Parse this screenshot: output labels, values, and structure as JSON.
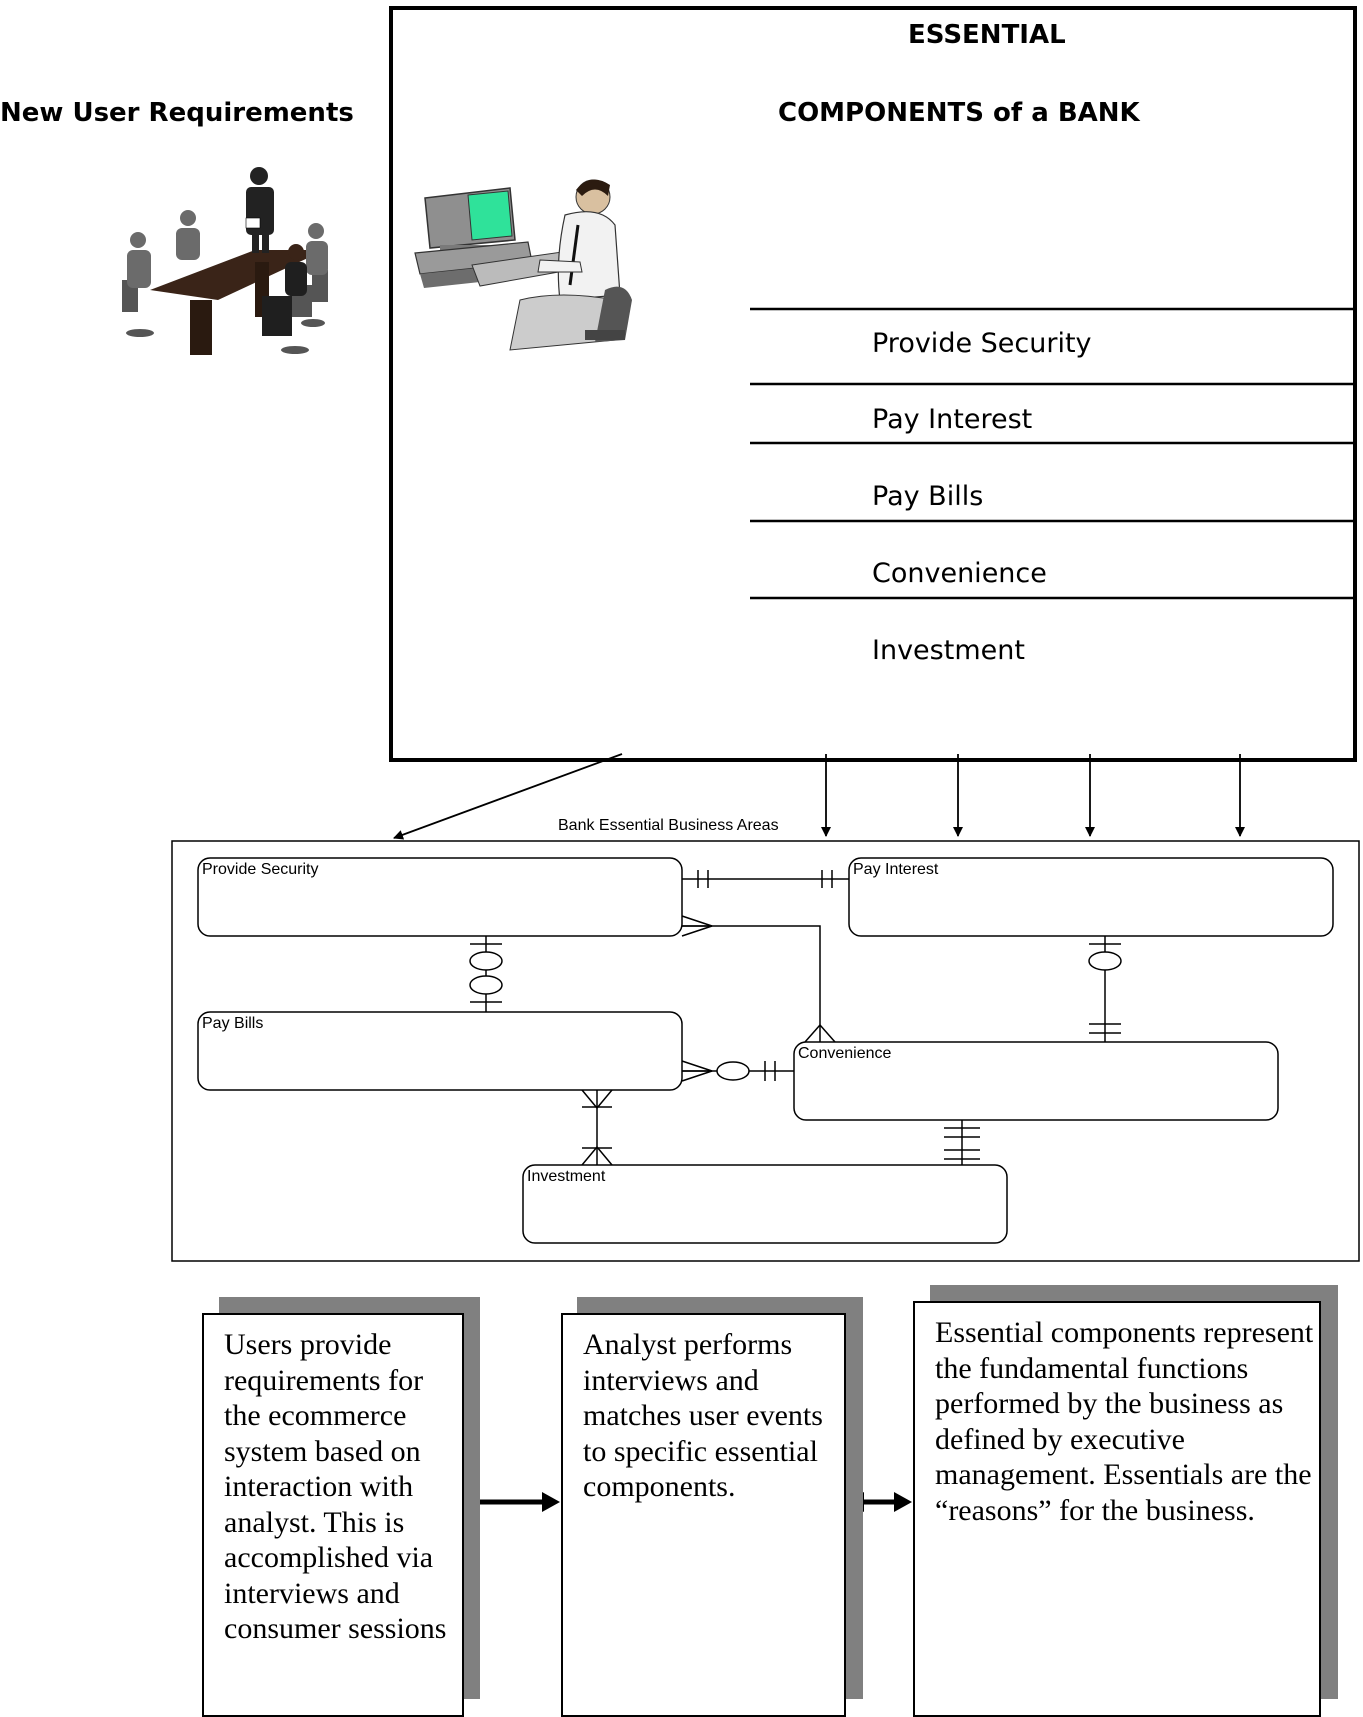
{
  "left_heading": "New User Requirements",
  "main_box": {
    "title_line1": "ESSENTIAL",
    "title_line2": "COMPONENTS of a BANK",
    "components": [
      "Provide Security",
      "Pay Interest",
      "Pay Bills",
      "Convenience",
      "Investment"
    ]
  },
  "erd": {
    "caption": "Bank Essential Business Areas",
    "entities": {
      "provide_security": "Provide Security",
      "pay_interest": "Pay Interest",
      "pay_bills": "Pay Bills",
      "convenience": "Convenience",
      "investment": "Investment"
    }
  },
  "notes": [
    "Users provide requirements for the ecommerce system based on interaction with analyst. This is accomplished via interviews and consumer sessions",
    "Analyst performs interviews and matches user events to specific essential components.",
    "Essential components represent the fundamental functions performed by the business as defined by executive management. Essentials are the “reasons” for the business."
  ],
  "icons": [
    "meeting-clipart-icon",
    "computer-user-clipart-icon"
  ]
}
